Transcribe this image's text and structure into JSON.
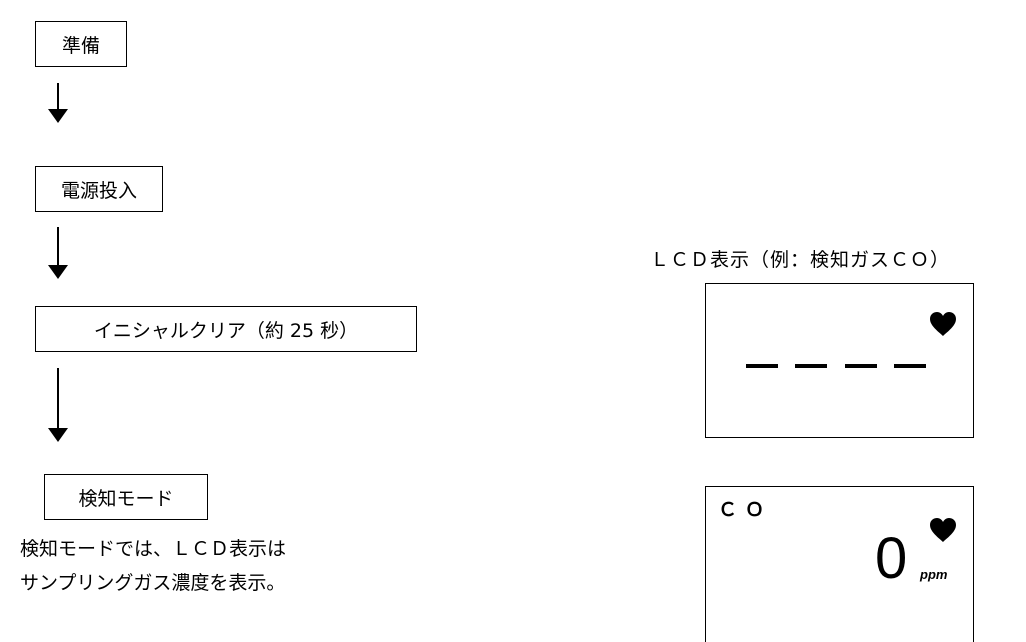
{
  "flow": {
    "steps": [
      {
        "label": "準備"
      },
      {
        "label": "電源投入"
      },
      {
        "label": "イニシャルクリア（約 25 秒）"
      },
      {
        "label": "検知モード"
      }
    ],
    "note_lines": [
      "検知モードでは、ＬＣＤ表示は",
      "サンプリングガス濃度を表示。"
    ]
  },
  "lcd": {
    "title": "ＬＣＤ表示（例：検知ガスＣＯ）",
    "display1": {
      "dashes": "- - - -",
      "icon": "heart-icon"
    },
    "display2": {
      "gas": "ＣＯ",
      "reading": "0",
      "unit": "ppm",
      "icon": "heart-icon"
    }
  }
}
